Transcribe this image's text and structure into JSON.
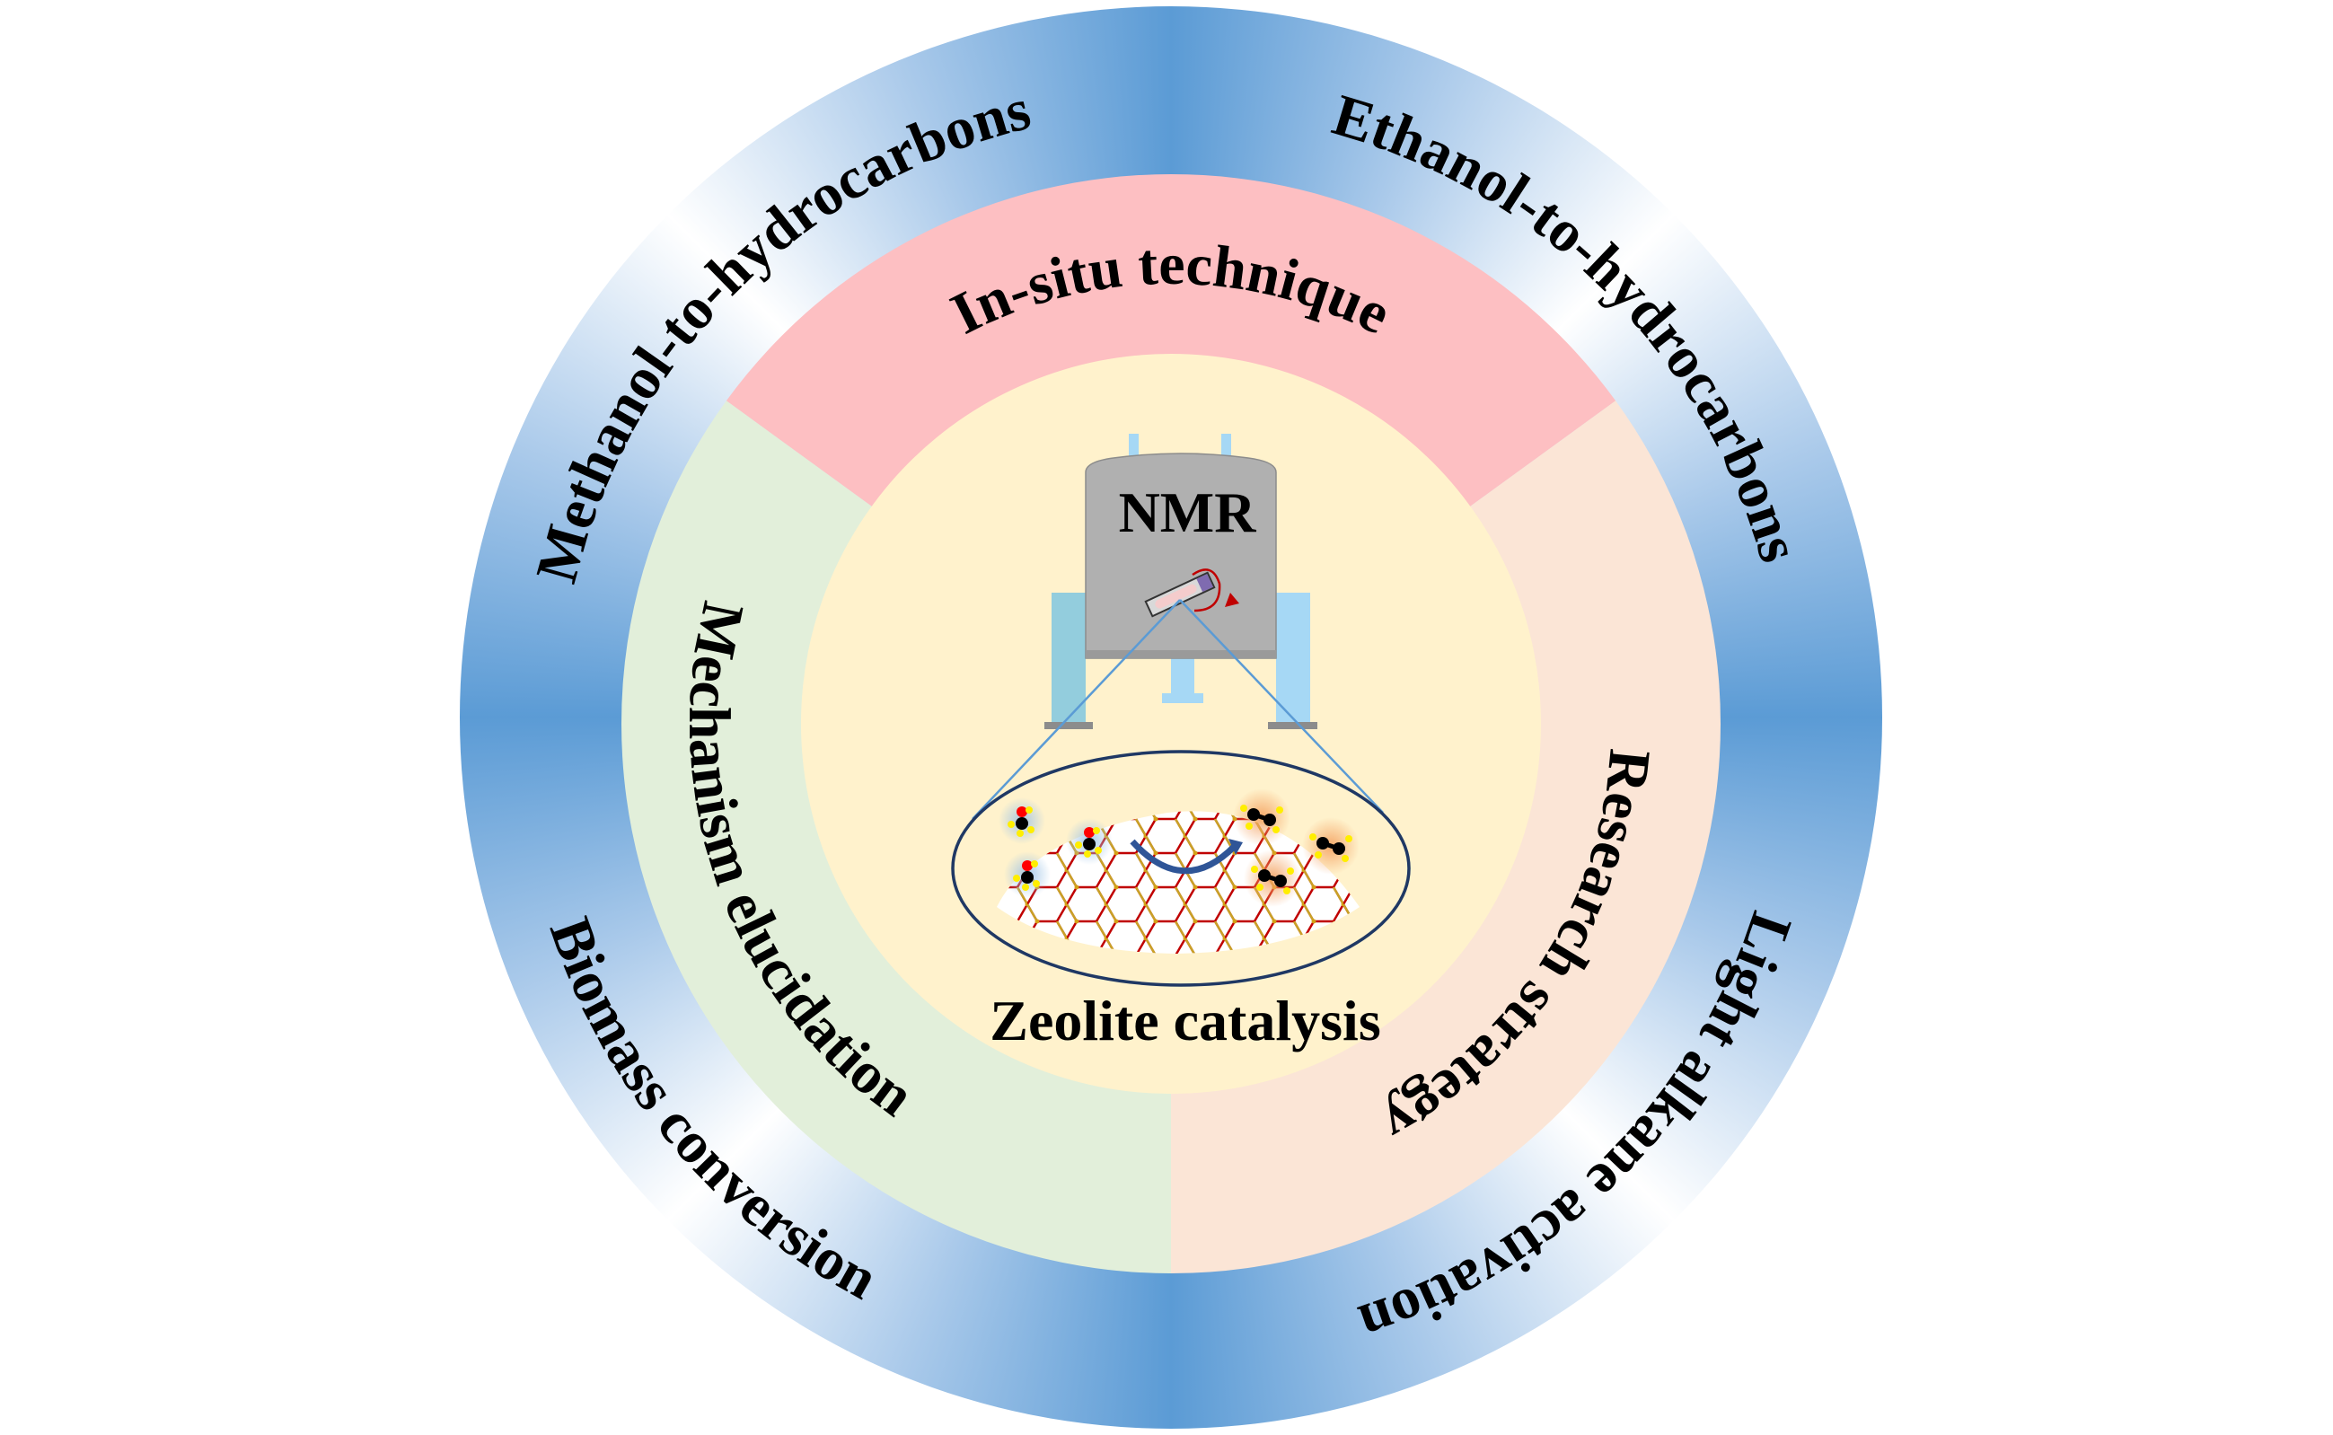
{
  "outer_ring": {
    "top_left": "Methanol-to-hydrocarbons",
    "top_right": "Ethanol-to-hydrocarbons",
    "bottom_right": "Light alkane activation",
    "bottom_left": "Biomass conversion"
  },
  "middle_ring": {
    "top": "In-situ technique",
    "right": "Research strategy",
    "left": "Mechanism elucidation"
  },
  "center": {
    "instrument_label": "NMR",
    "caption": "Zeolite catalysis"
  },
  "colors": {
    "outer_blue": "#5b9bd5",
    "in_situ_sector": "#fdbfc2",
    "research_sector": "#fbe5d6",
    "mechanism_sector": "#e2efda",
    "center_disc": "#fff2cc",
    "magnet_gray": "#b0b0b0"
  }
}
